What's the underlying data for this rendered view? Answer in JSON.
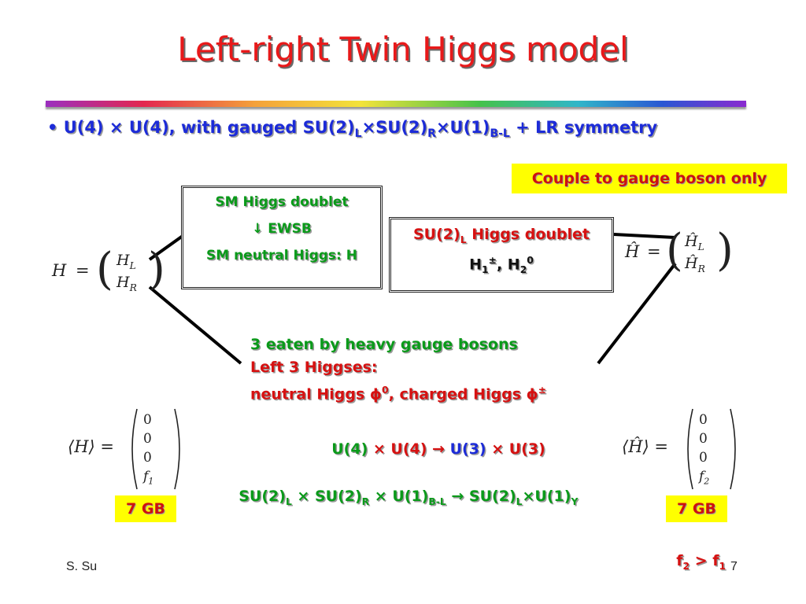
{
  "slide": {
    "title": "Left-right Twin Higgs model",
    "bullet": {
      "symbol": "•",
      "text": "U(4) × U(4), with gauged SU(2)",
      "sub1": "L",
      "x1": "×SU(2)",
      "sub2": "R",
      "x2": "×U(1)",
      "sub3": "B-L",
      "tail": " + LR symmetry"
    },
    "couple_label": "Couple to gauge boson only",
    "left_box": {
      "line1": "SM Higgs doublet",
      "line2": "↓ EWSB",
      "line3": "SM neutral Higgs: H"
    },
    "right_box": {
      "line1a": "SU(2)",
      "line1sub": "L",
      "line1b": " Higgs doublet",
      "line2a": "H",
      "line2sub1": "1",
      "line2sup1": "±",
      "line2b": ", H",
      "line2sub2": "2",
      "line2sup2": "0"
    },
    "middle": {
      "line1": "3 eaten by heavy gauge bosons",
      "line2": "Left 3 Higgses:",
      "line3a": "neutral Higgs ϕ",
      "line3sup1": "0",
      "line3b": ", charged Higgs ϕ",
      "line3sup2": "±"
    },
    "eq1": {
      "a": "U(4)",
      "x1": " × ",
      "b": "U(4)",
      "arrow": " → ",
      "c": "U(3)",
      "x2": " × ",
      "d": "U(3)"
    },
    "eq2": {
      "a": "SU(2)",
      "as": "L",
      "x1": " × ",
      "b": "SU(2)",
      "bs": "R",
      "x2": " × ",
      "c": "U(1)",
      "cs": "B-L",
      "arrow": " → ",
      "d": "SU(2)",
      "ds": "L",
      "x3": "×",
      "e": "U(1)",
      "es": "Y"
    },
    "left_math": {
      "H": "H",
      "eq": "=",
      "HL": "H",
      "HLs": "L",
      "HR": "H",
      "HRs": "R",
      "vev": "⟨H⟩ =",
      "v": [
        "0",
        "0",
        "0",
        "f"
      ],
      "vs": "1"
    },
    "right_math": {
      "H": "Ĥ",
      "eq": "=",
      "HL": "Ĥ",
      "HLs": "L",
      "HR": "Ĥ",
      "HRs": "R",
      "vev": "⟨Ĥ⟩ =",
      "v": [
        "0",
        "0",
        "0",
        "f"
      ],
      "vs": "2"
    },
    "gb_left": "7 GB",
    "gb_right": "7 GB",
    "relation": {
      "a": "f",
      "as": "2",
      "op": " > ",
      "b": "f",
      "bs": "1"
    },
    "author": "S. Su",
    "page": "7"
  },
  "colors": {
    "title": "#e8191a",
    "bullet": "#1c2bd8",
    "green": "#0a9a1a",
    "red": "#d61111",
    "highlight": "#ffff00"
  }
}
